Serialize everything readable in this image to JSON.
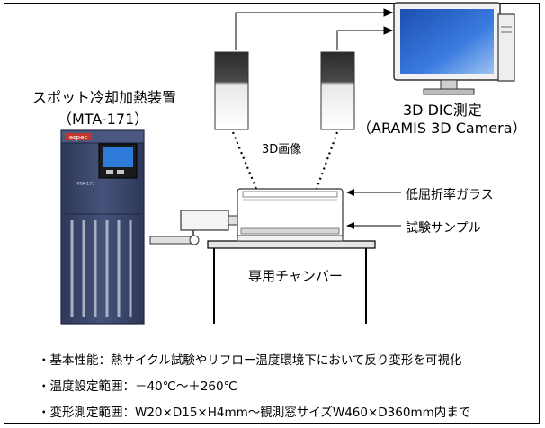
{
  "diagram": {
    "device_name": "スポット冷却加熱装置",
    "device_model": "（MTA-171）",
    "brand": "espec",
    "panel_text": "MTA-171",
    "dic_title": "3D DIC測定",
    "dic_camera": "（ARAMIS 3D Camera）",
    "image_label": "3D画像",
    "glass_label": "低屈折率ガラス",
    "sample_label": "試験サンプル",
    "chamber_label": "専用チャンバー"
  },
  "bullets": [
    "・基本性能：熱サイクル試験やリフロー温度環境下において反り変形を可視化",
    "・温度設定範囲：－40℃～＋260℃",
    "・変形測定範囲：W20×D15×H4mm～観測窓サイズW460×D360mm内まで"
  ],
  "colors": {
    "device_body": "#3a4566",
    "device_vent": "#aab1c4",
    "camera_dark": "#3a3a3a",
    "monitor_screen": "#2f6fd6"
  }
}
